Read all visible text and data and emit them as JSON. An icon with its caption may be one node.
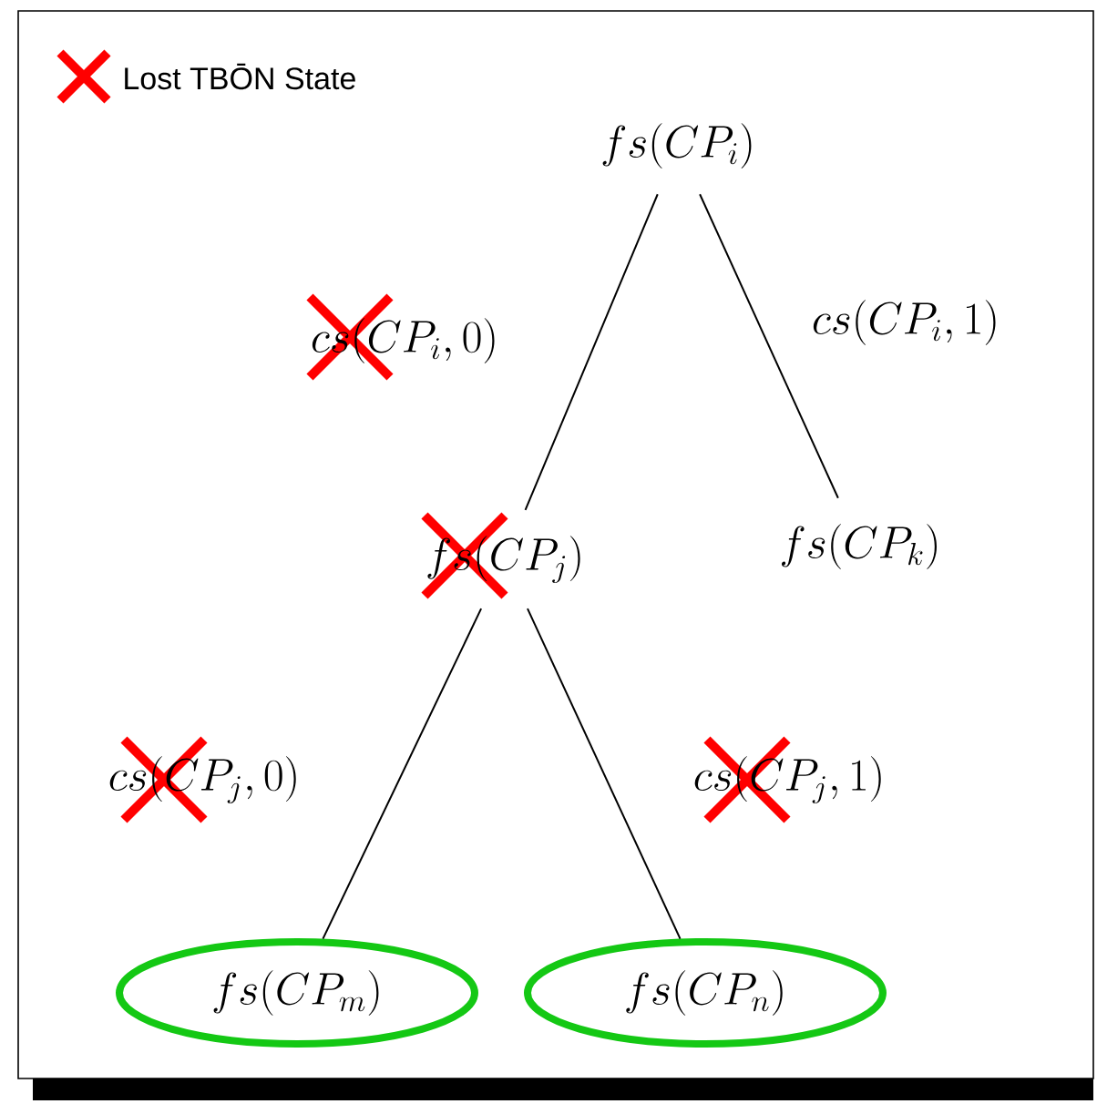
{
  "diagram": {
    "nodes": [
      {
        "text": [
          "fs(CP_i)"
        ]
      },
      {
        "text": [
          "fs(CP_j)"
        ]
      },
      {
        "text": [
          "fs(CP_k)"
        ]
      },
      {
        "text": [
          "fs(CP_m)"
        ]
      },
      {
        "text": [
          "fs(CP_n)"
        ]
      }
    ],
    "edges": [
      {
        "from": 0,
        "to": 1,
        "arrow": "none",
        "label": "cs(CP_i,0)"
      },
      {
        "from": 0,
        "to": 2,
        "arrow": "none",
        "label": "cs(CP_i,1)"
      },
      {
        "from": 1,
        "to": 3,
        "arrow": "none",
        "label": "cs(CP_j,0)"
      },
      {
        "from": 1,
        "to": 4,
        "arrow": "none",
        "label": "cs(CP_j,1)"
      }
    ],
    "legend": [
      {
        "text": "Lost TBŌN State"
      }
    ]
  }
}
